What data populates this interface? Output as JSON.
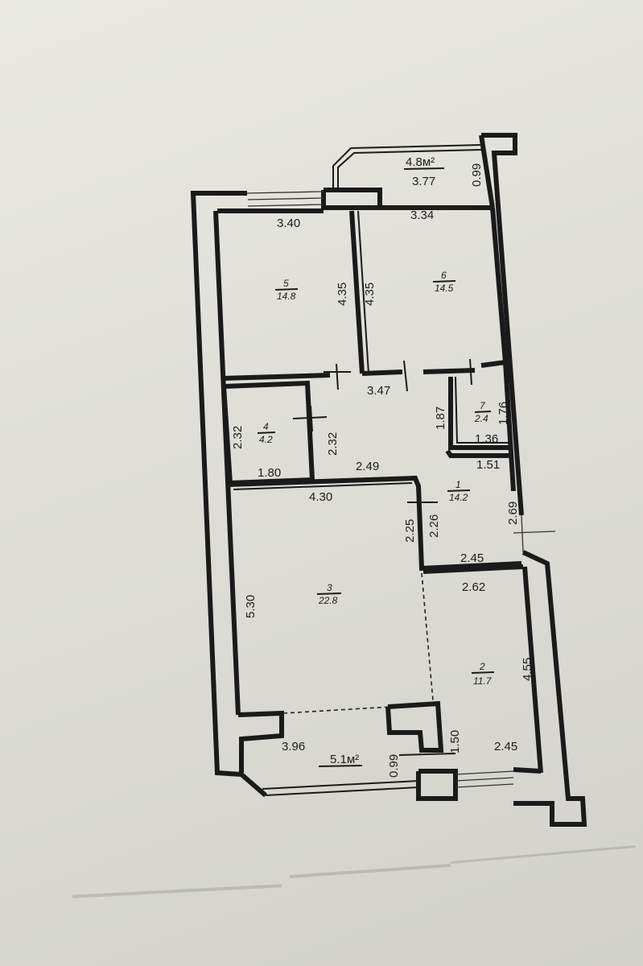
{
  "balcony_top": {
    "area": "4.8м²",
    "width": "3.77",
    "depth": "0.99"
  },
  "balcony_bottom": {
    "area": "5.1м²",
    "width": "3.96",
    "depth": "0.99"
  },
  "rooms": [
    {
      "number": "1",
      "area": "14.2"
    },
    {
      "number": "2",
      "area": "11.7"
    },
    {
      "number": "3",
      "area": "22.8"
    },
    {
      "number": "4",
      "area": "4.2"
    },
    {
      "number": "5",
      "area": "14.8"
    },
    {
      "number": "6",
      "area": "14.5"
    },
    {
      "number": "7",
      "area": "2.4"
    }
  ],
  "dimensions": {
    "r5_width": "3.40",
    "r5_height": "4.35",
    "r6_width": "3.34",
    "r6_height": "4.35",
    "hall_top": "3.47",
    "r7_height": "1.76",
    "r7_width": "1.36",
    "hall_side": "1.87",
    "r4_height": "2.32",
    "r4_width": "1.80",
    "hall_left": "2.32",
    "hall_bottom": "2.49",
    "hall_right": "1.51",
    "r3_width": "4.30",
    "r3_height": "5.30",
    "corridor_a": "2.25",
    "corridor_b": "2.26",
    "r1_side": "2.69",
    "r1_bottom": "2.45",
    "r2_width": "2.62",
    "r2_height": "4.55",
    "niche": "1.50",
    "r2_bottom": "2.45"
  }
}
